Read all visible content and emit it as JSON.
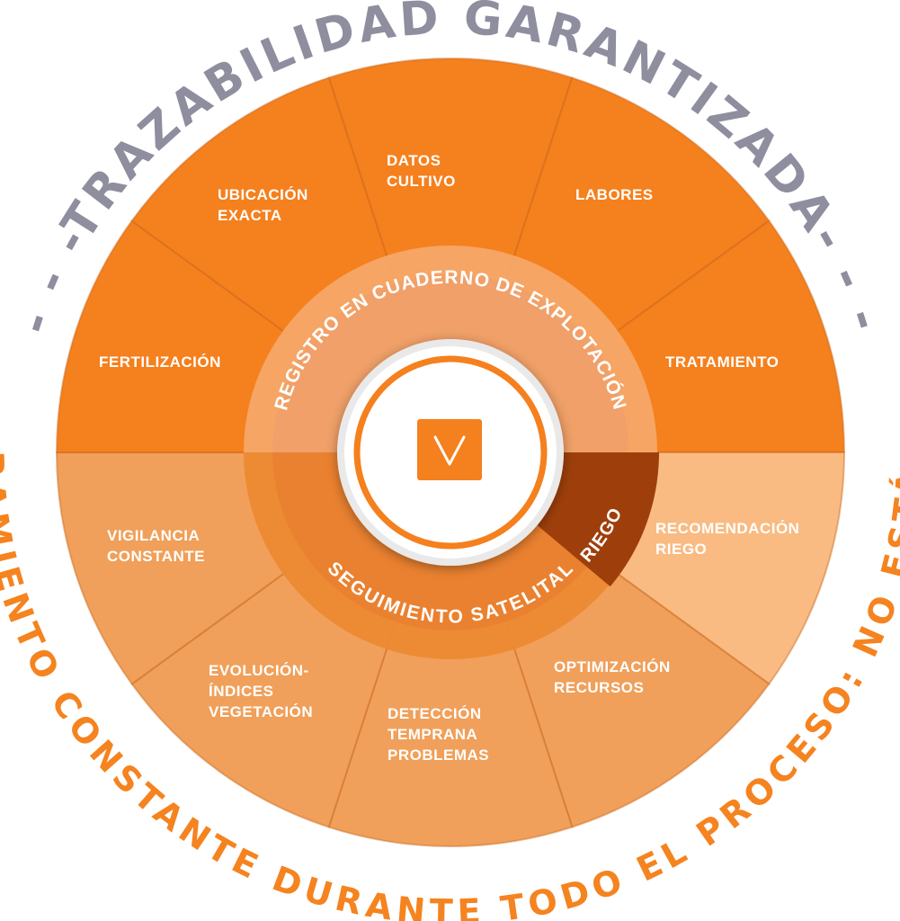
{
  "outer_top_text": "- - -TRAZABILIDAD GARANTIZADA- - -",
  "outer_bottom_text": "ASESORAMIENTO CONSTANTE DURANTE TODO EL PROCESO: NO ESTÁS SOLO",
  "ring_top_text": "REGISTRO EN CUADERNO DE EXPLOTACIÓN",
  "ring_bottom_text": "SEGUIMIENTO SATELITAL",
  "ring_highlight_text": "RIEGO",
  "colors": {
    "title_gray": "#8e8e9e",
    "bottom_orange": "#f5831f",
    "dark_orange": "#f5801e",
    "mid_orange": "#f0a05a",
    "light_orange": "#f9bb82",
    "riego_dark": "#9e3f0b"
  },
  "segments": [
    {
      "lines": [
        "DATOS",
        "CULTIVO"
      ]
    },
    {
      "lines": [
        "LABORES"
      ]
    },
    {
      "lines": [
        "TRATAMIENTO"
      ]
    },
    {
      "lines": [
        "RECOMENDACIÓN",
        "RIEGO"
      ]
    },
    {
      "lines": [
        "OPTIMIZACIÓN",
        "RECURSOS"
      ]
    },
    {
      "lines": [
        "DETECCIÓN",
        "TEMPRANA",
        "PROBLEMAS"
      ]
    },
    {
      "lines": [
        "EVOLUCIÓN-",
        "ÍNDICES",
        "VEGETACIÓN"
      ]
    },
    {
      "lines": [
        "VIGILANCIA",
        "CONSTANTE"
      ]
    },
    {
      "lines": [
        "FERTILIZACIÓN"
      ]
    },
    {
      "lines": [
        "UBICACIÓN",
        "EXACTA"
      ]
    }
  ],
  "center_icon": "v-logo-icon"
}
